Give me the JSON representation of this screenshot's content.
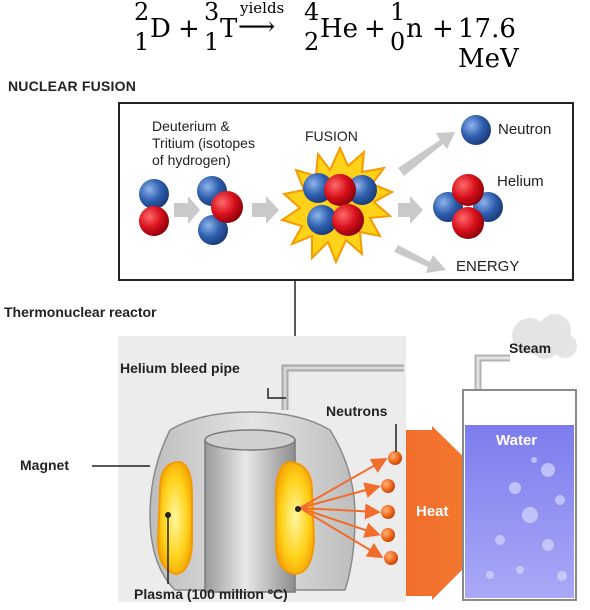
{
  "equation": {
    "d_mass": "2",
    "d_charge": "1",
    "d_symbol": "D",
    "plus1": "+",
    "t_mass": "3",
    "t_charge": "1",
    "t_symbol": "T",
    "arrow_label": "yields",
    "he_mass": "4",
    "he_charge": "2",
    "he_symbol": "He",
    "plus2": "+",
    "n_mass": "1",
    "n_charge": "0",
    "n_symbol": "n",
    "plus3": "+",
    "energy": "17.6 MeV"
  },
  "section_title": "NUCLEAR FUSION",
  "fusion_box": {
    "reactants_label_line1": "Deuterium &",
    "reactants_label_line2": "Tritium (isotopes",
    "reactants_label_line3": "of hydrogen)",
    "fusion_label": "FUSION",
    "neutron_label": "Neutron",
    "helium_label": "Helium",
    "energy_label": "ENERGY"
  },
  "reactor": {
    "title": "Thermonuclear reactor",
    "helium_pipe_label": "Helium bleed pipe",
    "neutrons_label": "Neutrons",
    "magnet_label": "Magnet",
    "plasma_label": "Plasma (100 million ºC)",
    "heat_label": "Heat",
    "steam_label": "Steam",
    "water_label": "Water"
  },
  "colors": {
    "proton": "#d8101c",
    "neutron": "#2f5fae",
    "plasma": "#f5b800",
    "heat": "#f26d2c",
    "water": "#8f8ff0"
  }
}
